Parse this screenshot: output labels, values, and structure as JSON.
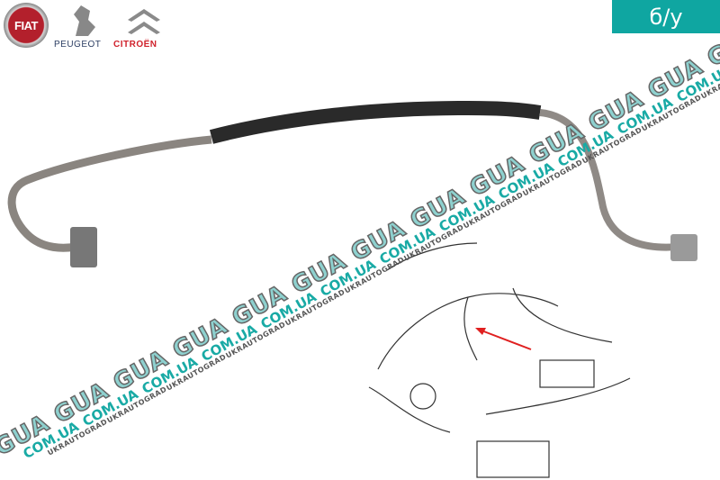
{
  "logos": {
    "fiat": "FIAT",
    "peugeot": "PEUGEOT",
    "citroen": "CITROËN"
  },
  "badge": {
    "label": "б/у",
    "color": "#0fa6a1"
  },
  "watermark": {
    "gua": "GUA",
    "com": "COM.UA",
    "ukr": "UKRAUTOGRAD"
  },
  "arrow_color": "#e02020"
}
